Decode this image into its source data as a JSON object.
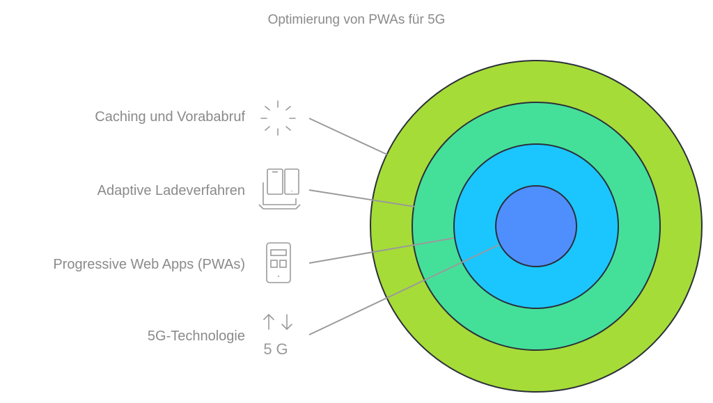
{
  "title": "Optimierung von PWAs für 5G",
  "layers": [
    {
      "label": "Caching und Vorababruf",
      "icon": "sparkle-icon",
      "color": "#a6dc37"
    },
    {
      "label": "Adaptive Ladeverfahren",
      "icon": "devices-icon",
      "color": "#44e09a"
    },
    {
      "label": "Progressive Web Apps (PWAs)",
      "icon": "phone-app-icon",
      "color": "#1bc6ff"
    },
    {
      "label": "5G-Technologie",
      "icon": "5g-signal-icon",
      "color": "#4f8ffd"
    }
  ],
  "icon_text": {
    "five_g": "5G"
  },
  "colors": {
    "stroke": "#2b2f3a",
    "text": "#8a8a8a",
    "icon": "#999999",
    "connector": "#9a9a9a"
  }
}
